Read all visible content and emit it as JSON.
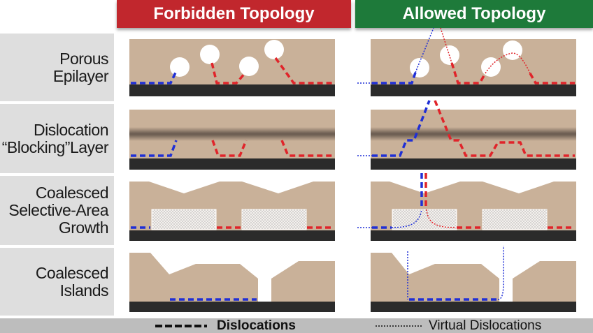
{
  "headers": {
    "forbidden": "Forbidden Topology",
    "allowed": "Allowed Topology"
  },
  "rows": [
    {
      "label": "Porous\nEpilayer"
    },
    {
      "label": "Dislocation\n“Blocking”Layer"
    },
    {
      "label": "Coalesced\nSelective-Area\nGrowth"
    },
    {
      "label": "Coalesced\nIslands"
    }
  ],
  "legend": {
    "dislocations": "Dislocations",
    "virtual": "Virtual Dislocations"
  },
  "colors": {
    "forbidden_header": "#c1272d",
    "allowed_header": "#1e7a3a",
    "epilayer": "#c9b199",
    "substrate": "#2b2b2b",
    "blocking_layer": "#7a6a5c",
    "dislocation_blue": "#1f2fd6",
    "dislocation_red": "#e0242a",
    "row_label_bg": "#dedede",
    "legend_bg": "#bdbdbd"
  }
}
